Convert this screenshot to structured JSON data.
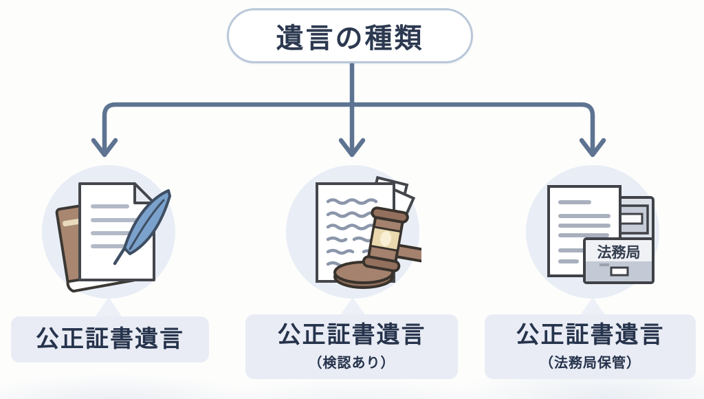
{
  "root": {
    "title": "遺言の種類"
  },
  "branches": [
    {
      "label": "公正証書遺言",
      "sublabel": "",
      "icon": "book-document-quill-icon"
    },
    {
      "label": "公正証書遺言",
      "sublabel": "（検認あり）",
      "icon": "document-gavel-icon"
    },
    {
      "label": "公正証書遺言",
      "sublabel": "（法務局保管）",
      "icon": "document-cabinet-icon",
      "cabinet_label": "法務局"
    }
  ],
  "colors": {
    "connector": "#5d7391",
    "title_text": "#2c3950",
    "title_border": "#b9c7d9",
    "label_text": "#26334c",
    "label_box_bg": "#e9ecf4",
    "circle_bg": "#e8edf6",
    "background": "#fdfdfc"
  }
}
